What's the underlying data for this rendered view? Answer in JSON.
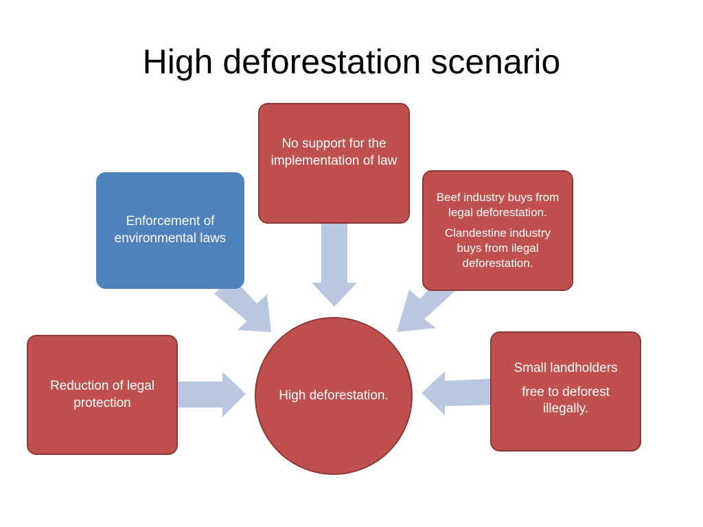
{
  "slide": {
    "title": "High deforestation scenario"
  },
  "center": {
    "label": "High deforestation."
  },
  "boxes": {
    "enforcement": {
      "label": "Enforcement of environmental laws"
    },
    "no_support": {
      "label": "No support for the implementation of law"
    },
    "beef_industry": {
      "line1": "Beef industry buys from legal deforestation.",
      "line2": "Clandestine industry buys from ilegal deforestation."
    },
    "reduction": {
      "label": "Reduction of legal protection"
    },
    "small_landholders": {
      "line1": "Small landholders",
      "line2": "free to deforest illegally."
    }
  },
  "colors": {
    "red_box": "#c0504d",
    "blue_box": "#4f81bd",
    "arrow": "#b9c7e0"
  }
}
